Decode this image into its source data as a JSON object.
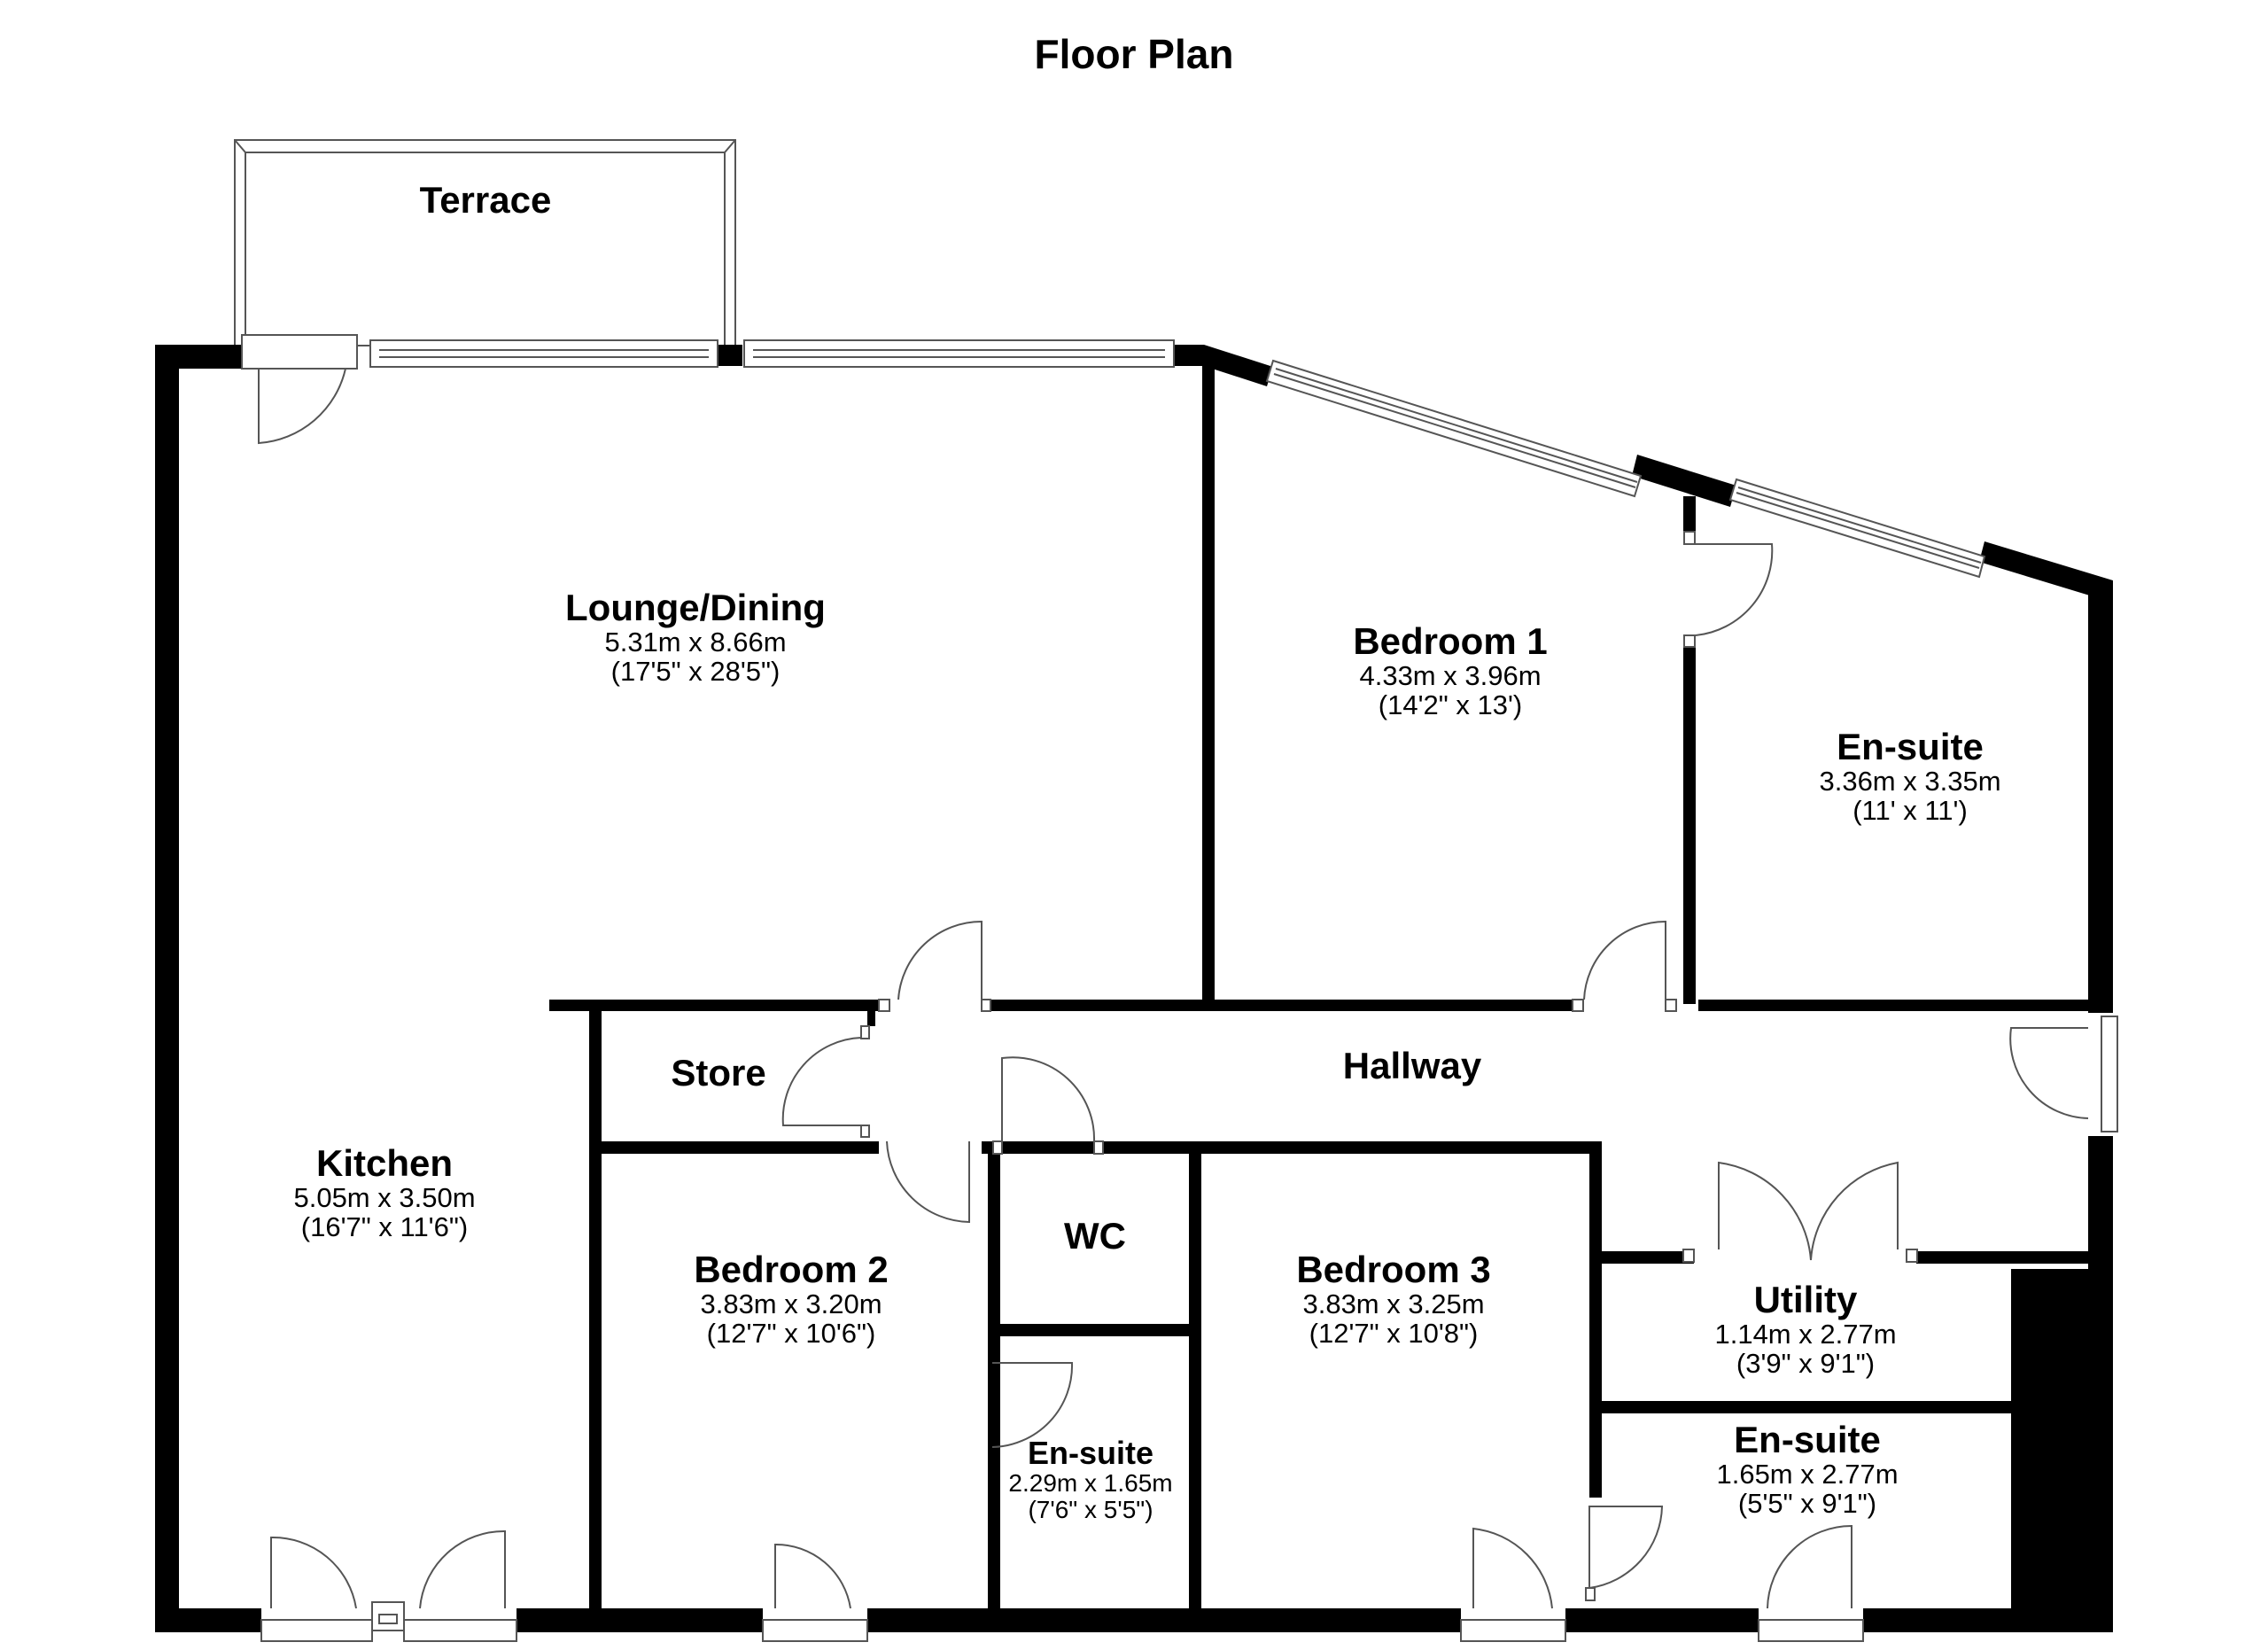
{
  "title": "Floor Plan",
  "colors": {
    "wall": "#000000",
    "line": "#555555",
    "background": "#ffffff"
  },
  "rooms": {
    "terrace": {
      "name": "Terrace"
    },
    "lounge": {
      "name": "Lounge/Dining",
      "metric": "5.31m x 8.66m",
      "imperial": "(17'5\" x 28'5\")"
    },
    "bedroom1": {
      "name": "Bedroom 1",
      "metric": "4.33m x 3.96m",
      "imperial": "(14'2\" x 13')"
    },
    "ensuite1": {
      "name": "En-suite",
      "metric": "3.36m x 3.35m",
      "imperial": "(11' x 11')"
    },
    "hallway": {
      "name": "Hallway"
    },
    "store": {
      "name": "Store"
    },
    "kitchen": {
      "name": "Kitchen",
      "metric": "5.05m x 3.50m",
      "imperial": "(16'7\" x 11'6\")"
    },
    "wc": {
      "name": "WC"
    },
    "bedroom2": {
      "name": "Bedroom 2",
      "metric": "3.83m x 3.20m",
      "imperial": "(12'7\" x 10'6\")"
    },
    "ensuite2": {
      "name": "En-suite",
      "metric": "2.29m x 1.65m",
      "imperial": "(7'6\" x 5'5\")"
    },
    "bedroom3": {
      "name": "Bedroom 3",
      "metric": "3.83m x 3.25m",
      "imperial": "(12'7\" x 10'8\")"
    },
    "utility": {
      "name": "Utility",
      "metric": "1.14m x 2.77m",
      "imperial": "(3'9\" x 9'1\")"
    },
    "ensuite3": {
      "name": "En-suite",
      "metric": "1.65m x 2.77m",
      "imperial": "(5'5\" x 9'1\")"
    }
  }
}
